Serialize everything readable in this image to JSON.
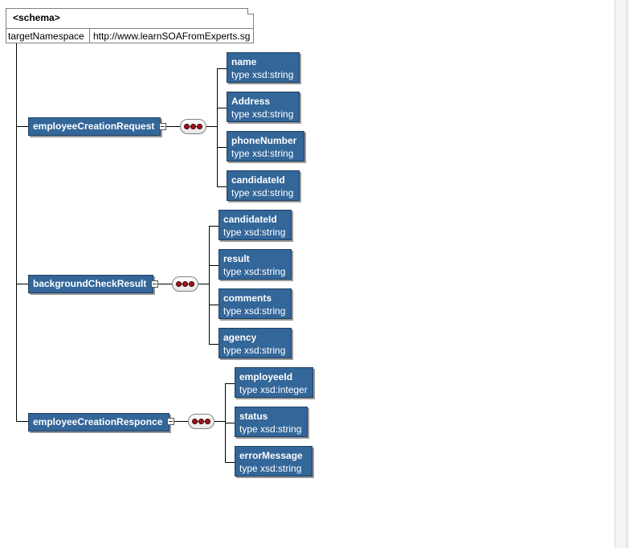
{
  "schema": {
    "title": "<schema>",
    "attr_key": "targetNamespace",
    "attr_value": "http://www.learnSOAFromExperts.sg"
  },
  "elements": [
    {
      "name": "employeeCreationRequest",
      "children": [
        {
          "name": "name",
          "type": "type xsd:string"
        },
        {
          "name": "Address",
          "type": "type xsd:string"
        },
        {
          "name": "phoneNumber",
          "type": "type xsd:string"
        },
        {
          "name": "candidateId",
          "type": "type xsd:string"
        }
      ]
    },
    {
      "name": "backgroundCheckResult",
      "children": [
        {
          "name": "candidateId",
          "type": "type xsd:string"
        },
        {
          "name": "result",
          "type": "type xsd:string"
        },
        {
          "name": "comments",
          "type": "type xsd:string"
        },
        {
          "name": "agency",
          "type": "type xsd:string"
        }
      ]
    },
    {
      "name": "employeeCreationResponce",
      "children": [
        {
          "name": "employeeId",
          "type": "type xsd:integer"
        },
        {
          "name": "status",
          "type": "type xsd:string"
        },
        {
          "name": "errorMessage",
          "type": "type xsd:string"
        }
      ]
    }
  ],
  "colors": {
    "element_fill": "#336699",
    "sequence_dot": "#a0141e"
  }
}
